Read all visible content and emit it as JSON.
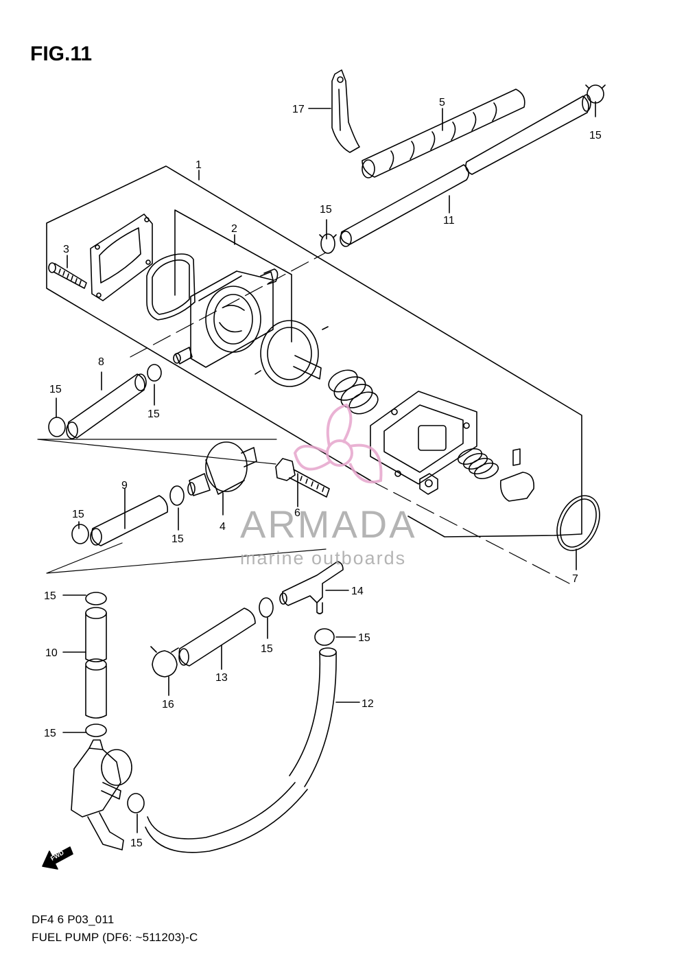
{
  "figure": {
    "title": "FIG.11",
    "code": "DF4 6 P03_011",
    "description": "FUEL PUMP (DF6: ~511203)-C"
  },
  "watermark": {
    "brand": "ARMADA",
    "tagline": "marine outboards",
    "color": "#e6a5cc"
  },
  "direction_marker": "FWD",
  "callouts": {
    "c1": "1",
    "c2": "2",
    "c3": "3",
    "c4": "4",
    "c5": "5",
    "c6": "6",
    "c7": "7",
    "c8": "8",
    "c9": "9",
    "c10": "10",
    "c11": "11",
    "c12": "12",
    "c13": "13",
    "c14": "14",
    "c15": "15",
    "c16": "16",
    "c17": "17"
  }
}
